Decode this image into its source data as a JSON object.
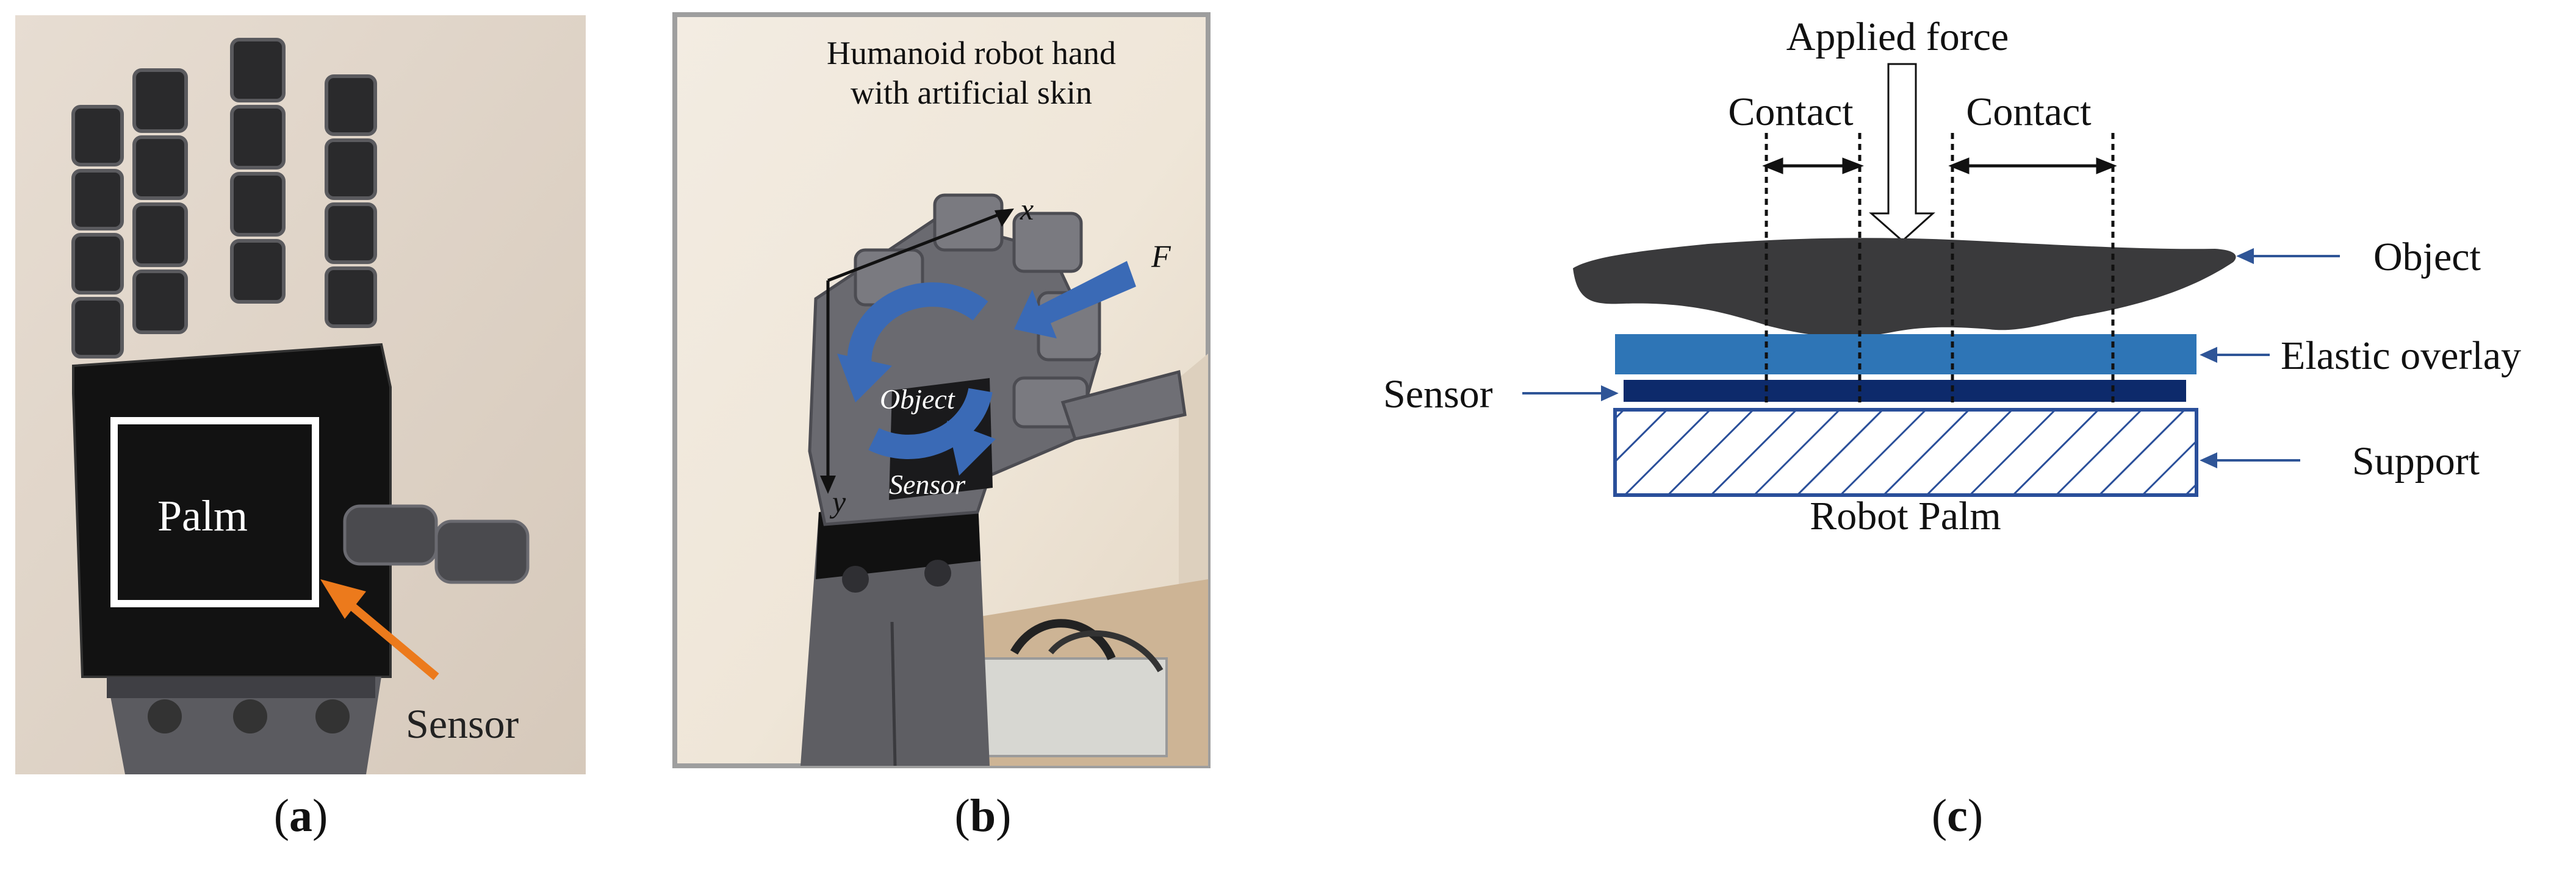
{
  "panel_a": {
    "palm_label": "Palm",
    "sensor_label": "Sensor",
    "caption_letter": "a"
  },
  "panel_b": {
    "title_line1": "Humanoid robot hand",
    "title_line2": "with artificial skin",
    "axis_x": "x",
    "axis_y": "y",
    "force_label": "F",
    "object_label": "Object",
    "sensor_label": "Sensor",
    "caption_letter": "b"
  },
  "panel_c": {
    "applied_force": "Applied force",
    "contact_left": "Contact",
    "contact_right": "Contact",
    "object": "Object",
    "elastic_overlay": "Elastic overlay",
    "sensor": "Sensor",
    "support": "Support",
    "robot_palm": "Robot Palm",
    "caption_letter": "c"
  },
  "colors": {
    "palm_black": "#111111",
    "arrow_orange": "#ec7a1c",
    "rotation_blue": "#3a6ab6",
    "overlay_blue": "#2e75b6",
    "sensor_navy": "#0d2a6b",
    "hatch_blue": "#2a4f9a",
    "pointer_blue": "#2f5597",
    "object_gray": "#3a3a3c"
  }
}
